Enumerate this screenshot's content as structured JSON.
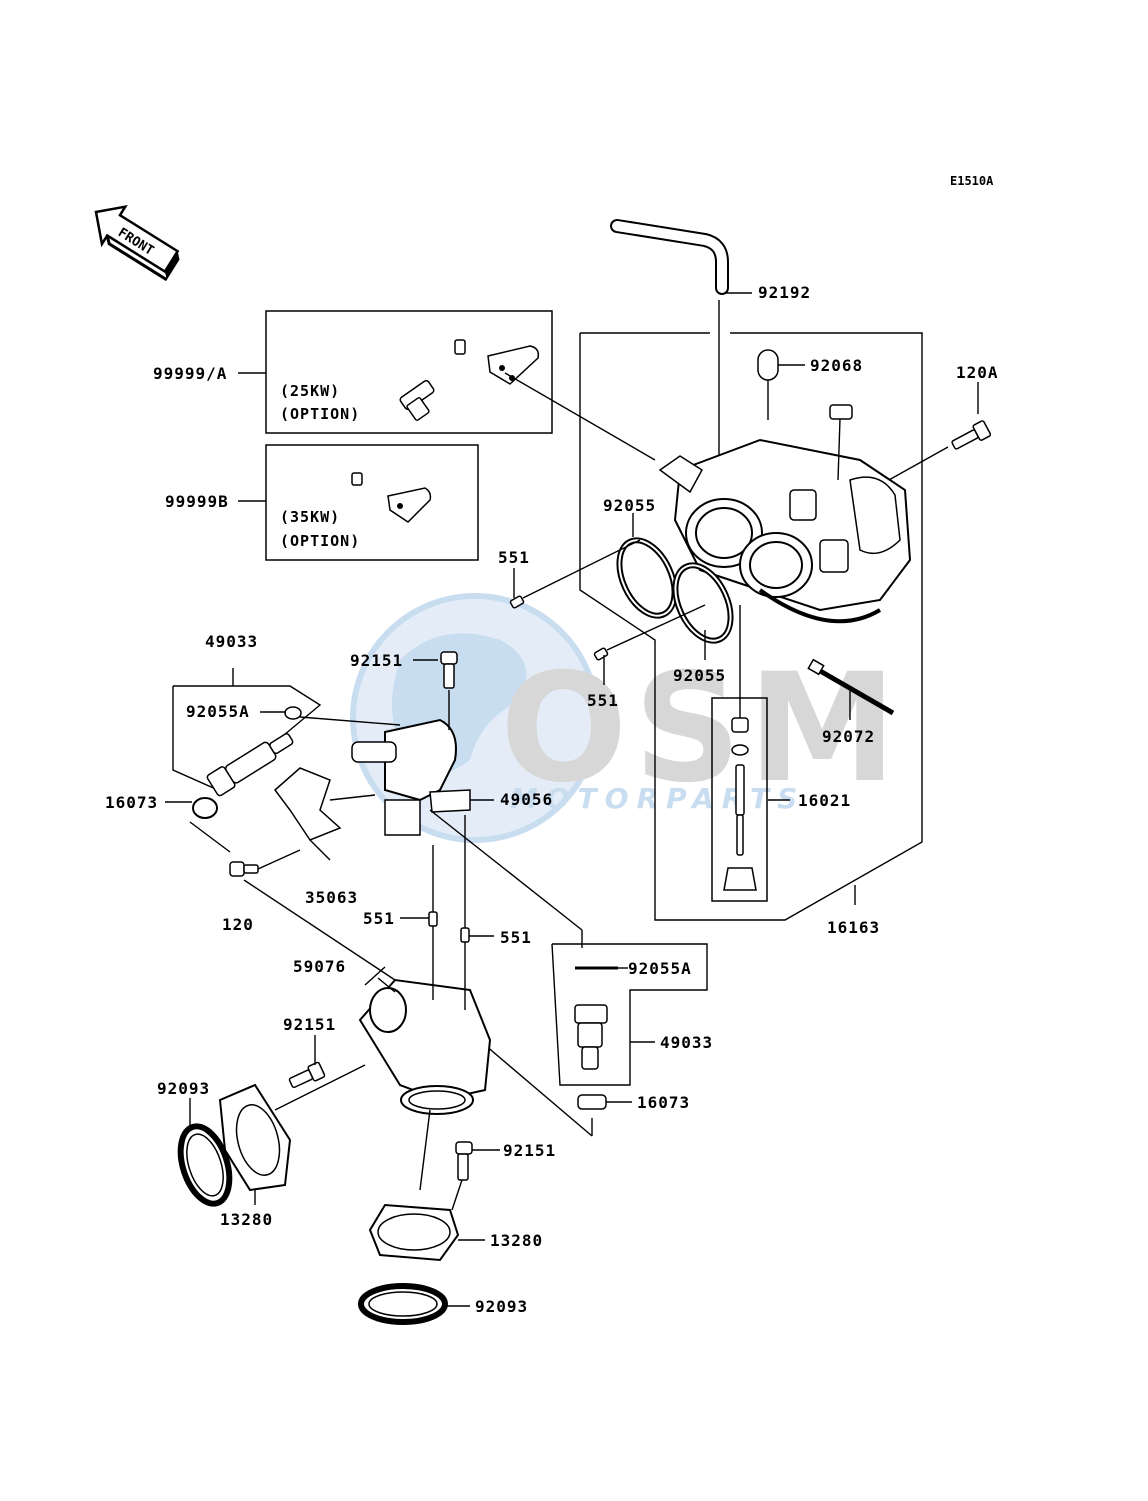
{
  "diagram_code": "E1510A",
  "front_label": "FRONT",
  "watermark": {
    "brand": "OSM",
    "sub": "MOTORPARTS",
    "color": "#9ec3e6",
    "gray": "#c8c8c8"
  },
  "options": {
    "a": {
      "code": "99999/A",
      "line1": "(25KW)",
      "line2": "(OPTION)"
    },
    "b": {
      "code": "99999B",
      "line1": "(35KW)",
      "line2": "(OPTION)"
    }
  },
  "callouts": {
    "p92192": "92192",
    "p92068": "92068",
    "p120A": "120A",
    "p92055_top": "92055",
    "p92055_bot": "92055",
    "p551_top": "551",
    "p551_mid": "551",
    "p92151_top": "92151",
    "p49033_top": "49033",
    "p92055A_top": "92055A",
    "p16073_left": "16073",
    "p49056": "49056",
    "p16021": "16021",
    "p92072": "92072",
    "p35063": "35063",
    "p120": "120",
    "p16163": "16163",
    "p551_low1": "551",
    "p551_low2": "551",
    "p92055A_bot": "92055A",
    "p59076": "59076",
    "p92151_mid": "92151",
    "p49033_bot": "49033",
    "p92093_left": "92093",
    "p16073_bot": "16073",
    "p92151_low": "92151",
    "p13280_left": "13280",
    "p13280_bot": "13280",
    "p92093_bot": "92093"
  }
}
